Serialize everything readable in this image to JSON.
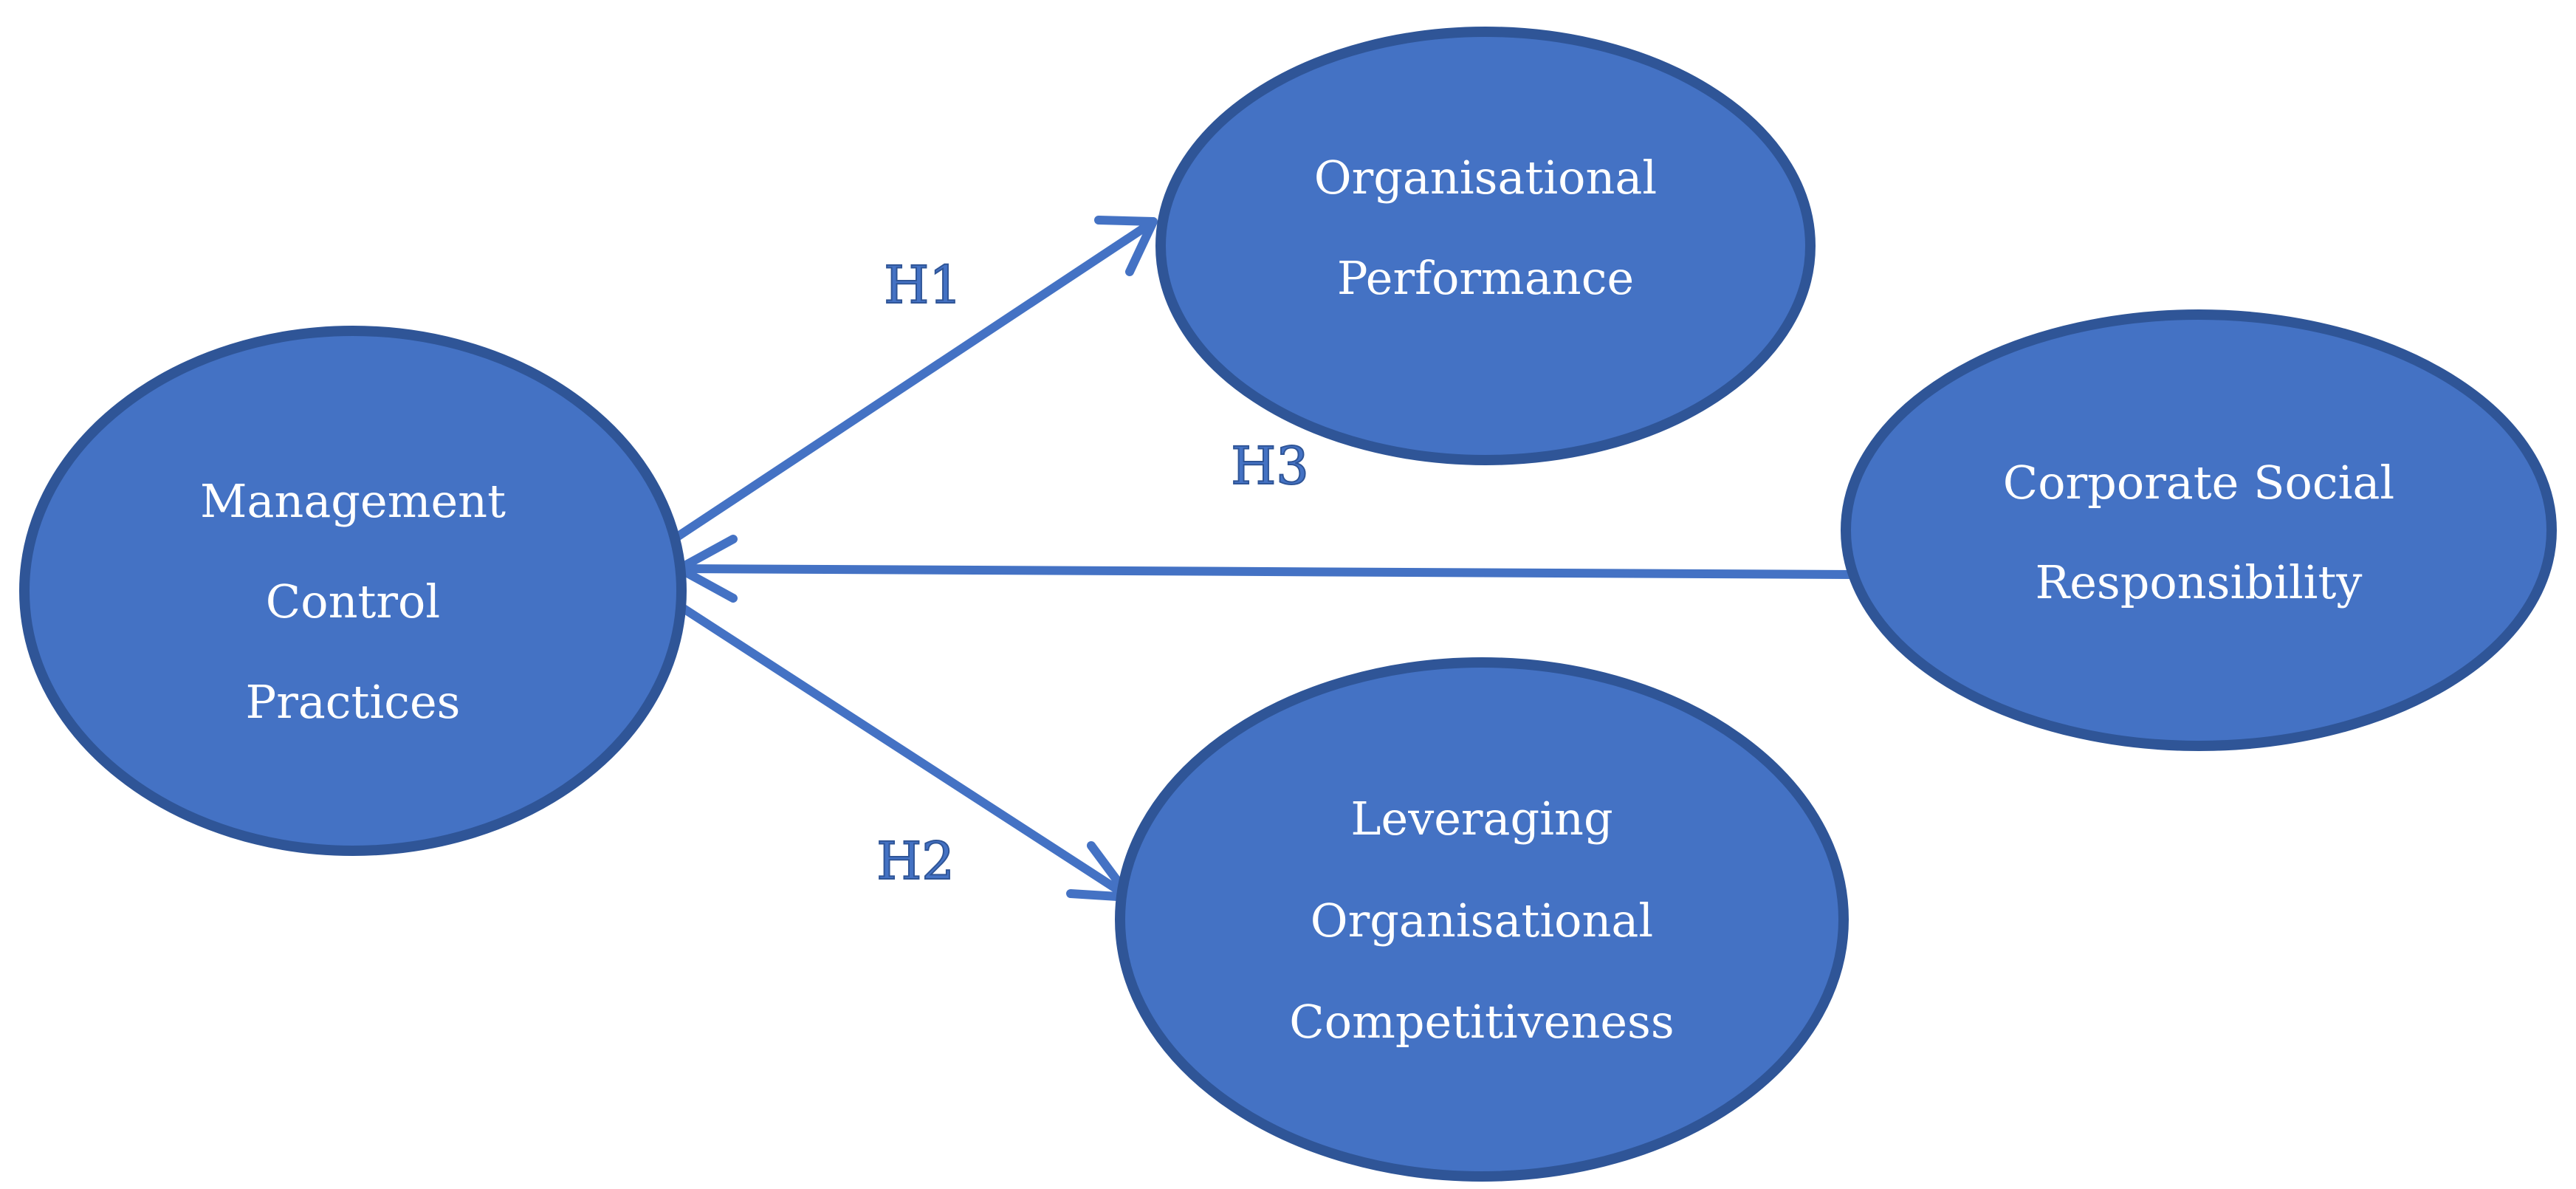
{
  "nodes": {
    "management_control_practices": {
      "lines": [
        "Management",
        "Control",
        "Practices"
      ]
    },
    "organisational_performance": {
      "lines": [
        "Organisational",
        "Performance"
      ]
    },
    "corporate_social_responsibility": {
      "lines": [
        "Corporate Social",
        "Responsibility"
      ]
    },
    "leveraging_organisational_competitiveness": {
      "lines": [
        "Leveraging",
        "Organisational",
        "Competitiveness"
      ]
    }
  },
  "hypotheses": {
    "h1": "H1",
    "h2": "H2",
    "h3": "H3"
  },
  "colors": {
    "node_fill": "#4472c4",
    "node_border": "#2f5597",
    "arrow": "#4472c4",
    "node_text": "#ffffff"
  }
}
